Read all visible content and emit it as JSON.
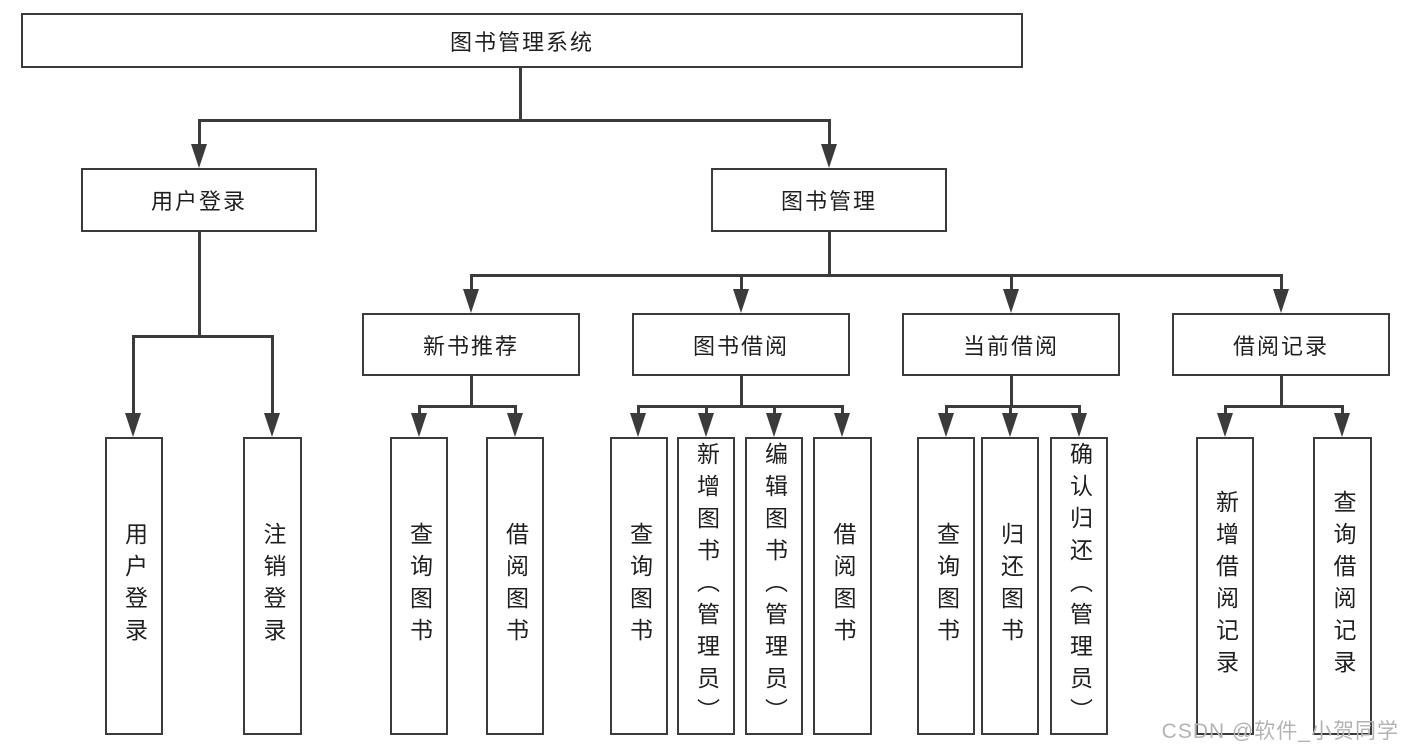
{
  "tree": {
    "label": "图书管理系统",
    "children": [
      {
        "label": "用户登录",
        "children": [
          {
            "label": "用户登录"
          },
          {
            "label": "注销登录"
          }
        ]
      },
      {
        "label": "图书管理",
        "children": [
          {
            "label": "新书推荐",
            "children": [
              {
                "label": "查询图书"
              },
              {
                "label": "借阅图书"
              }
            ]
          },
          {
            "label": "图书借阅",
            "children": [
              {
                "label": "查询图书"
              },
              {
                "label": "新增图书（管理员）"
              },
              {
                "label": "编辑图书（管理员）"
              },
              {
                "label": "借阅图书"
              }
            ]
          },
          {
            "label": "当前借阅",
            "children": [
              {
                "label": "查询图书"
              },
              {
                "label": "归还图书"
              },
              {
                "label": "确认归还（管理员）"
              }
            ]
          },
          {
            "label": "借阅记录",
            "children": [
              {
                "label": "新增借阅记录"
              },
              {
                "label": "查询借阅记录"
              }
            ]
          }
        ]
      }
    ]
  },
  "watermark": {
    "text": "CSDN @软件_小贺同学"
  },
  "colors": {
    "line": "#3b3b3b",
    "text": "#1f1f1f",
    "watermark": "#b3b3b3",
    "background": "#ffffff"
  }
}
